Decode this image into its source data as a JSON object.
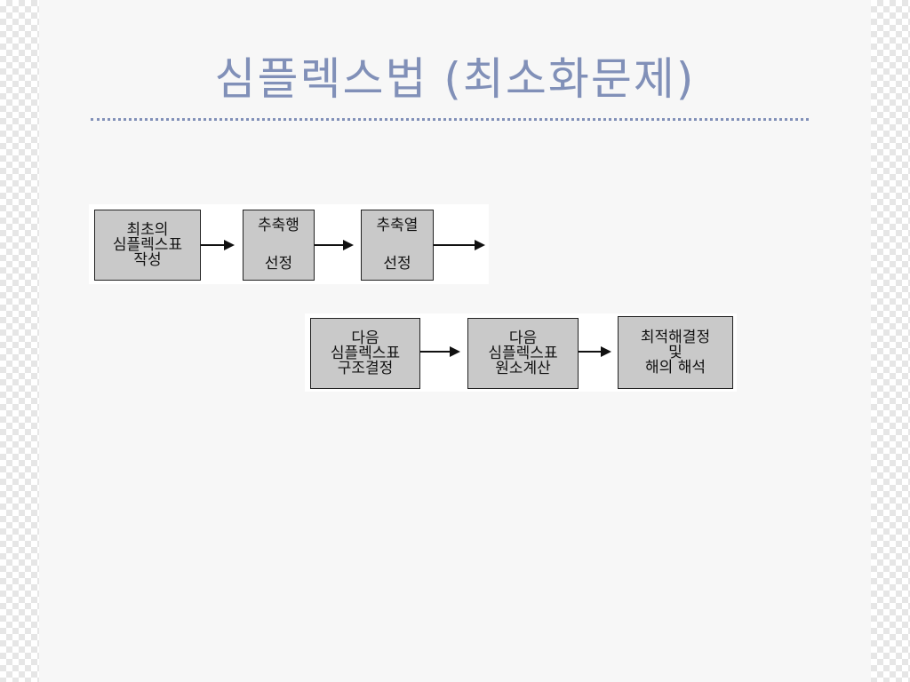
{
  "slide": {
    "title": "심플렉스법 (최소화문제)"
  },
  "flow_row1": {
    "box1": {
      "line1": "최초의",
      "line2": "심플렉스표",
      "line3": "작성"
    },
    "box2": {
      "line1": "추축행",
      "line2": "선정"
    },
    "box3": {
      "line1": "추축열",
      "line2": "선정"
    }
  },
  "flow_row2": {
    "box1": {
      "line1": "다음",
      "line2": "심플렉스표",
      "line3": "구조결정"
    },
    "box2": {
      "line1": "다음",
      "line2": "심플렉스표",
      "line3": "원소계산"
    },
    "box3": {
      "line1": "최적해결정",
      "line2": "및",
      "line3": "해의 해석"
    }
  },
  "colors": {
    "title": "#8190b8",
    "box_fill": "#c9c9c9",
    "canvas": "#f7f7f7"
  }
}
